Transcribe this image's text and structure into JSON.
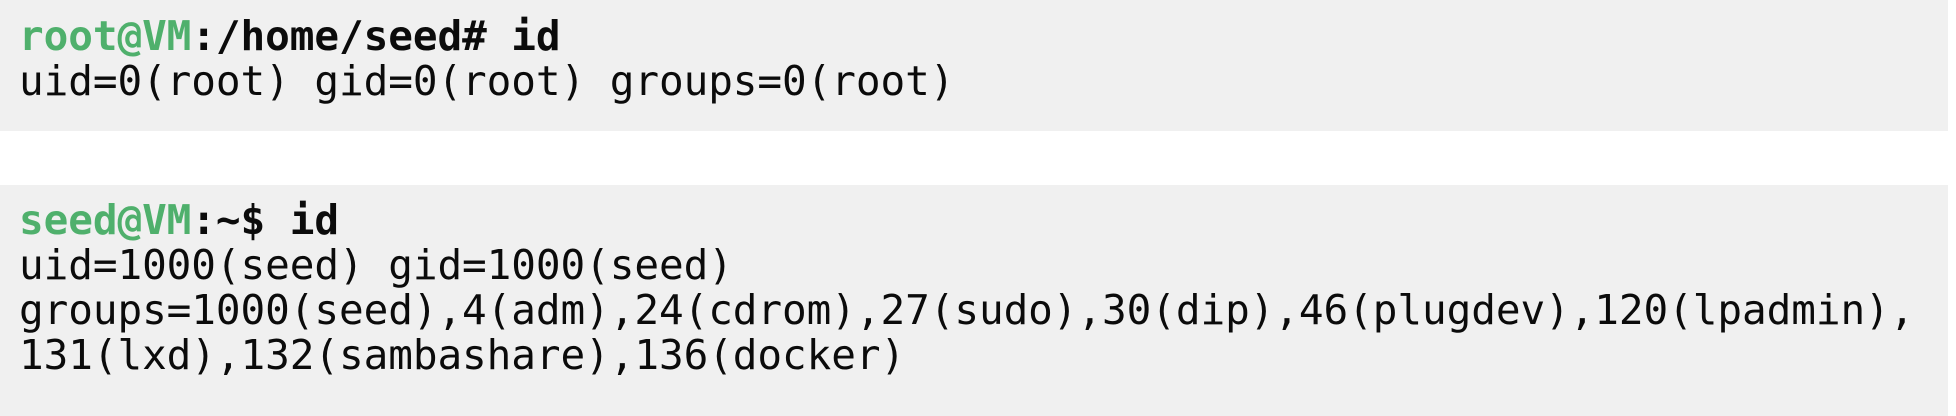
{
  "theme": {
    "block_background": "#f0f0f0",
    "page_background": "#ffffff",
    "prompt_green": "#4fb06c",
    "text_black": "#0b0b0b"
  },
  "blocks": [
    {
      "id": "root-session",
      "prompt": {
        "user_host": "root@VM",
        "rest": ":/home/seed# id"
      },
      "output": [
        "uid=0(root) gid=0(root) groups=0(root)"
      ]
    },
    {
      "id": "seed-session",
      "prompt": {
        "user_host": "seed@VM",
        "rest": ":~$ id"
      },
      "output": [
        "uid=1000(seed) gid=1000(seed)",
        "groups=1000(seed),4(adm),24(cdrom),27(sudo),30(dip),46(plugdev),120(lpadmin),",
        "131(lxd),132(sambashare),136(docker)"
      ]
    }
  ]
}
